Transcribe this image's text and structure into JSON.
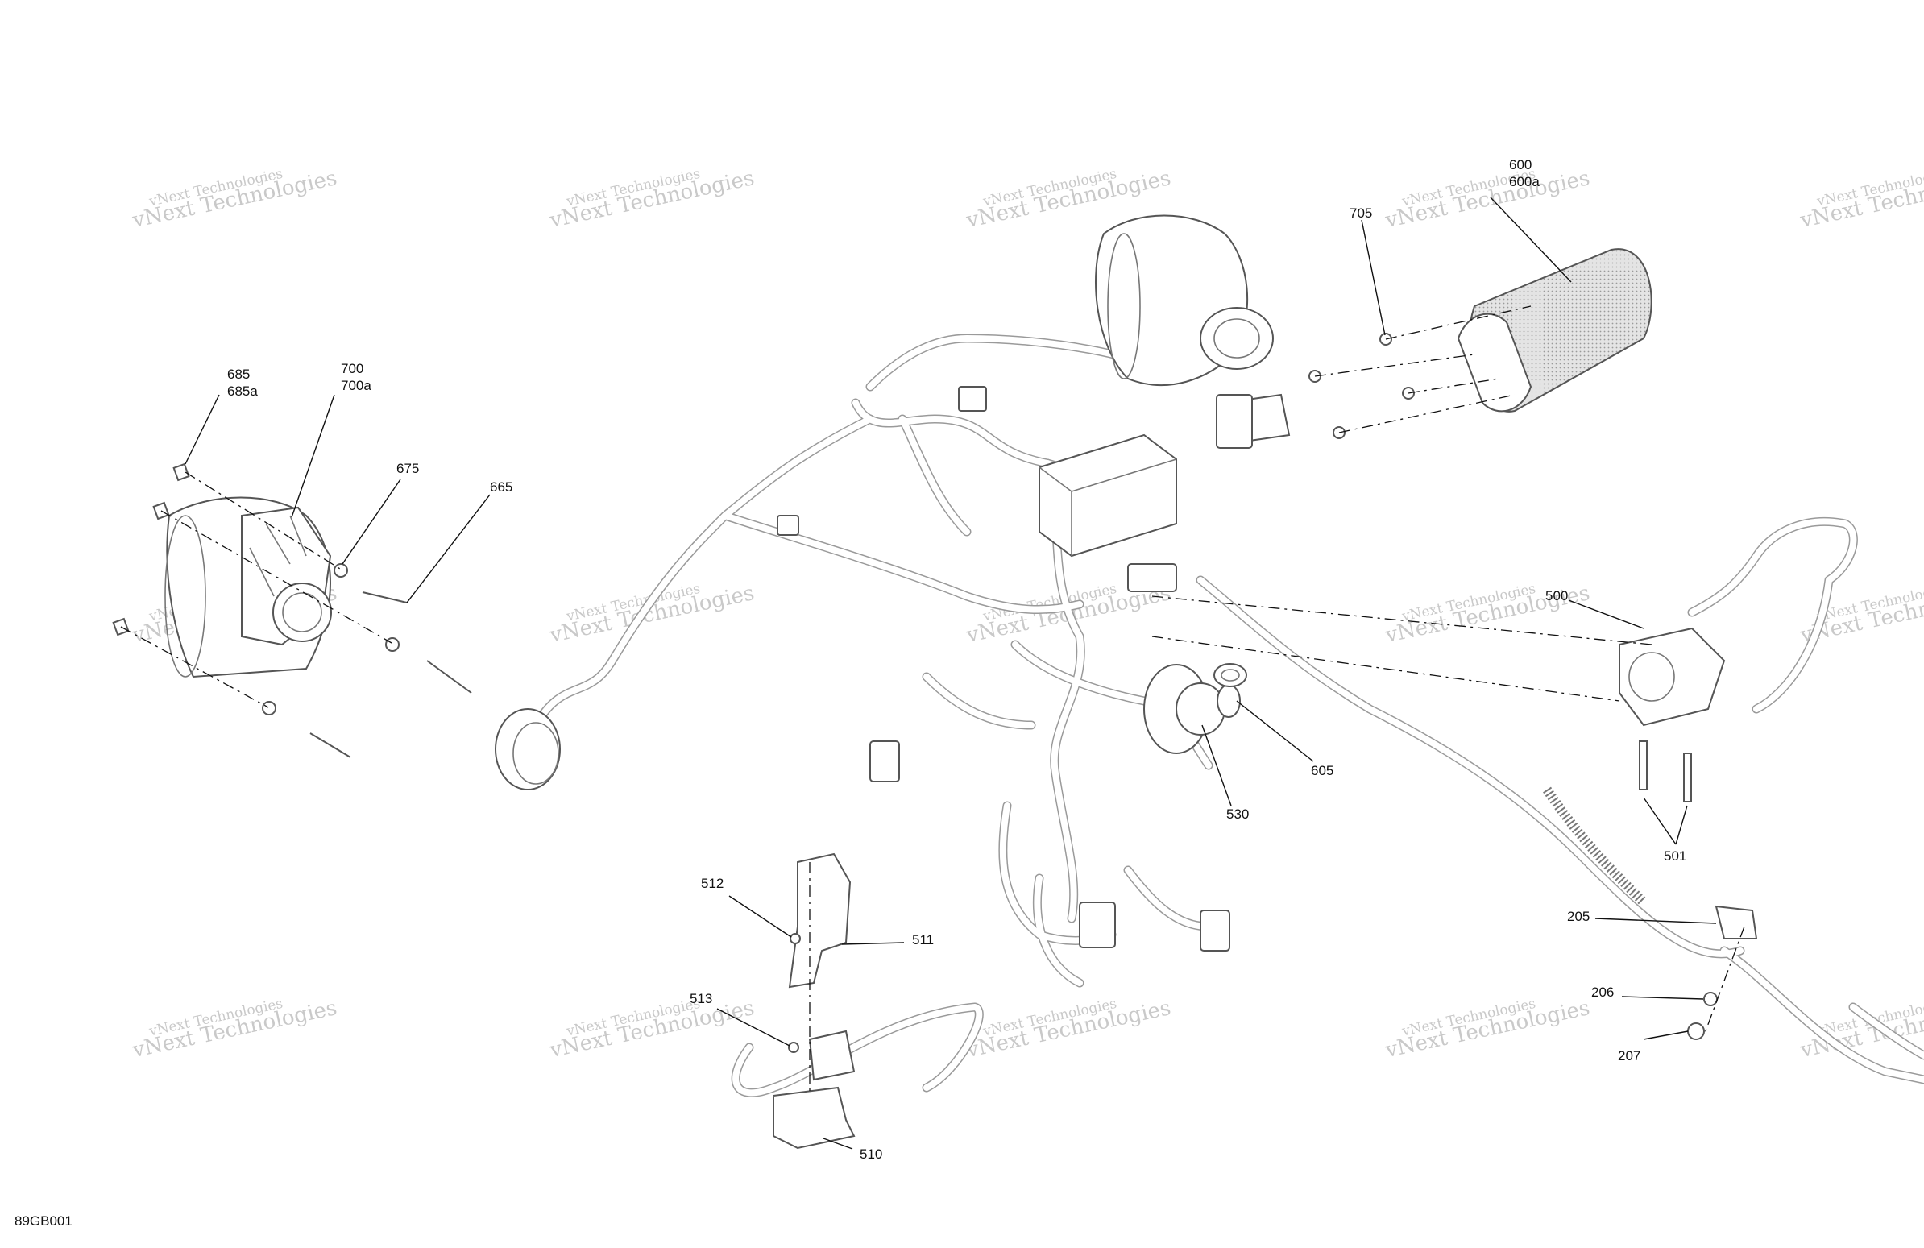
{
  "diagram": {
    "code": "89GB001",
    "watermark": {
      "line1": "vNext Technologies",
      "line2": "vNext Technologies"
    },
    "callouts": [
      {
        "id": "685",
        "lines": [
          "685",
          "685a"
        ]
      },
      {
        "id": "700",
        "lines": [
          "700",
          "700a"
        ]
      },
      {
        "id": "675",
        "lines": [
          "675"
        ]
      },
      {
        "id": "665",
        "lines": [
          "665"
        ]
      },
      {
        "id": "705",
        "lines": [
          "705"
        ]
      },
      {
        "id": "600",
        "lines": [
          "600",
          "600a"
        ]
      },
      {
        "id": "500",
        "lines": [
          "500"
        ]
      },
      {
        "id": "605",
        "lines": [
          "605"
        ]
      },
      {
        "id": "530",
        "lines": [
          "530"
        ]
      },
      {
        "id": "501",
        "lines": [
          "501"
        ]
      },
      {
        "id": "205",
        "lines": [
          "205"
        ]
      },
      {
        "id": "206",
        "lines": [
          "206"
        ]
      },
      {
        "id": "207",
        "lines": [
          "207"
        ]
      },
      {
        "id": "512",
        "lines": [
          "512"
        ]
      },
      {
        "id": "511",
        "lines": [
          "511"
        ]
      },
      {
        "id": "513",
        "lines": [
          "513"
        ]
      },
      {
        "id": "510",
        "lines": [
          "510"
        ]
      }
    ]
  }
}
